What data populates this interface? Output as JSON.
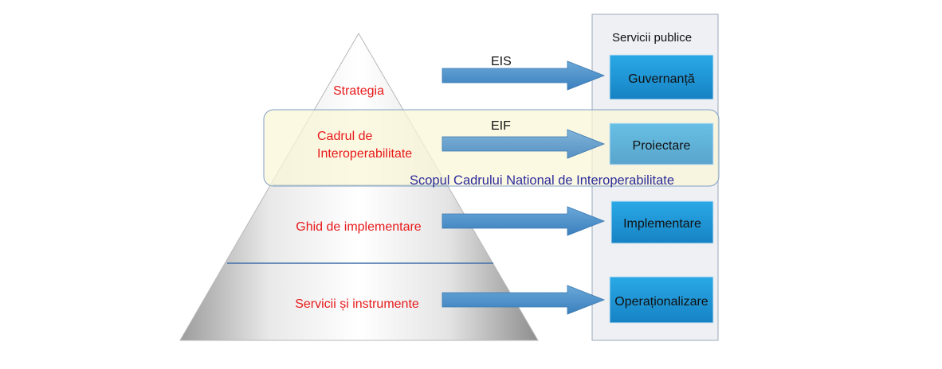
{
  "pyramid": {
    "levels": [
      {
        "label_lines": [
          "Strategia"
        ],
        "color": "#e8191a"
      },
      {
        "label_lines": [
          "Cadrul de",
          "Interoperabilitate"
        ],
        "color": "#e8191a"
      },
      {
        "label_lines": [
          "Ghid de implementare"
        ],
        "color": "#e8191a"
      },
      {
        "label_lines": [
          "Servicii și instrumente"
        ],
        "color": "#e8191a"
      }
    ]
  },
  "arrows": [
    {
      "label": "EIS",
      "target": "governance"
    },
    {
      "label": "EIF",
      "target": "design"
    },
    {
      "label": "",
      "target": "implementation"
    },
    {
      "label": "",
      "target": "operation"
    }
  ],
  "scope_band": {
    "caption": "Scopul Cadrului National de Interoperabilitate",
    "caption_color": "#2b2b9c"
  },
  "services_panel": {
    "title": "Servicii publice",
    "boxes": [
      {
        "id": "governance",
        "label": "Guvernanță"
      },
      {
        "id": "design",
        "label": "Proiectare"
      },
      {
        "id": "implementation",
        "label": "Implementare"
      },
      {
        "id": "operation",
        "label": "Operaționalizare"
      }
    ]
  },
  "colors": {
    "arrow_fill": "#4a90c8",
    "box_fill": "#1e9ad8",
    "panel_border": "#9aa9bd",
    "band_fill": "#fbf6d8",
    "band_border": "#7fa0c4",
    "level_divider": "#3f6ea8"
  }
}
